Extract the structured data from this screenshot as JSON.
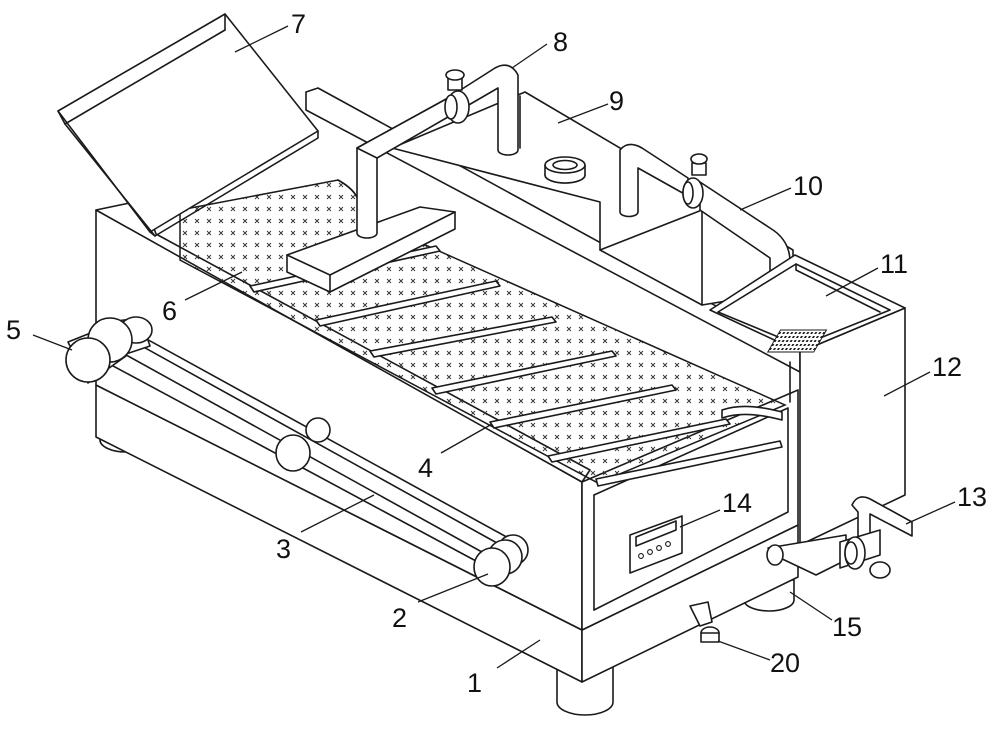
{
  "diagram": {
    "labels": [
      {
        "id": "1",
        "text": "1"
      },
      {
        "id": "2",
        "text": "2"
      },
      {
        "id": "3",
        "text": "3"
      },
      {
        "id": "4",
        "text": "4"
      },
      {
        "id": "5",
        "text": "5"
      },
      {
        "id": "6",
        "text": "6"
      },
      {
        "id": "7",
        "text": "7"
      },
      {
        "id": "8",
        "text": "8"
      },
      {
        "id": "9",
        "text": "9"
      },
      {
        "id": "10",
        "text": "10"
      },
      {
        "id": "11",
        "text": "11"
      },
      {
        "id": "12",
        "text": "12"
      },
      {
        "id": "13",
        "text": "13"
      },
      {
        "id": "14",
        "text": "14"
      },
      {
        "id": "15",
        "text": "15"
      },
      {
        "id": "20",
        "text": "20"
      }
    ],
    "colors": {
      "stroke": "#1a1a1a",
      "fill": "#ffffff",
      "pattern": "#333333"
    }
  }
}
